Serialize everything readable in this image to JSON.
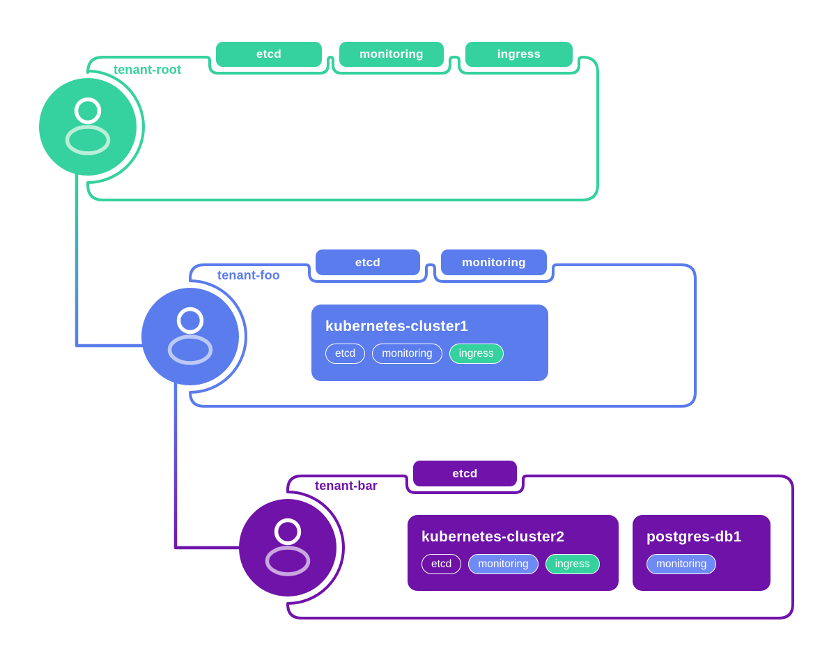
{
  "palette": {
    "green": "#35d19e",
    "green_light": "#b9eed8",
    "blue": "#5b7cec",
    "blue_chip": "#6e8af5",
    "blue_light": "#bcc9f6",
    "purple": "#7113ab",
    "purple_light": "#c9a6de",
    "white": "#ffffff"
  },
  "tenants": [
    {
      "name": "tenant-root",
      "theme": "green",
      "tags": [
        "etcd",
        "monitoring",
        "ingress"
      ],
      "resources": []
    },
    {
      "name": "tenant-foo",
      "theme": "blue",
      "tags": [
        "etcd",
        "monitoring"
      ],
      "resources": [
        {
          "title": "kubernetes-cluster1",
          "chips": [
            {
              "label": "etcd",
              "variant": "outline"
            },
            {
              "label": "monitoring",
              "variant": "outline"
            },
            {
              "label": "ingress",
              "variant": "green"
            }
          ]
        }
      ]
    },
    {
      "name": "tenant-bar",
      "theme": "purple",
      "tags": [
        "etcd"
      ],
      "resources": [
        {
          "title": "kubernetes-cluster2",
          "chips": [
            {
              "label": "etcd",
              "variant": "outline"
            },
            {
              "label": "monitoring",
              "variant": "blue"
            },
            {
              "label": "ingress",
              "variant": "green"
            }
          ]
        },
        {
          "title": "postgres-db1",
          "chips": [
            {
              "label": "monitoring",
              "variant": "blue"
            }
          ]
        }
      ]
    }
  ]
}
